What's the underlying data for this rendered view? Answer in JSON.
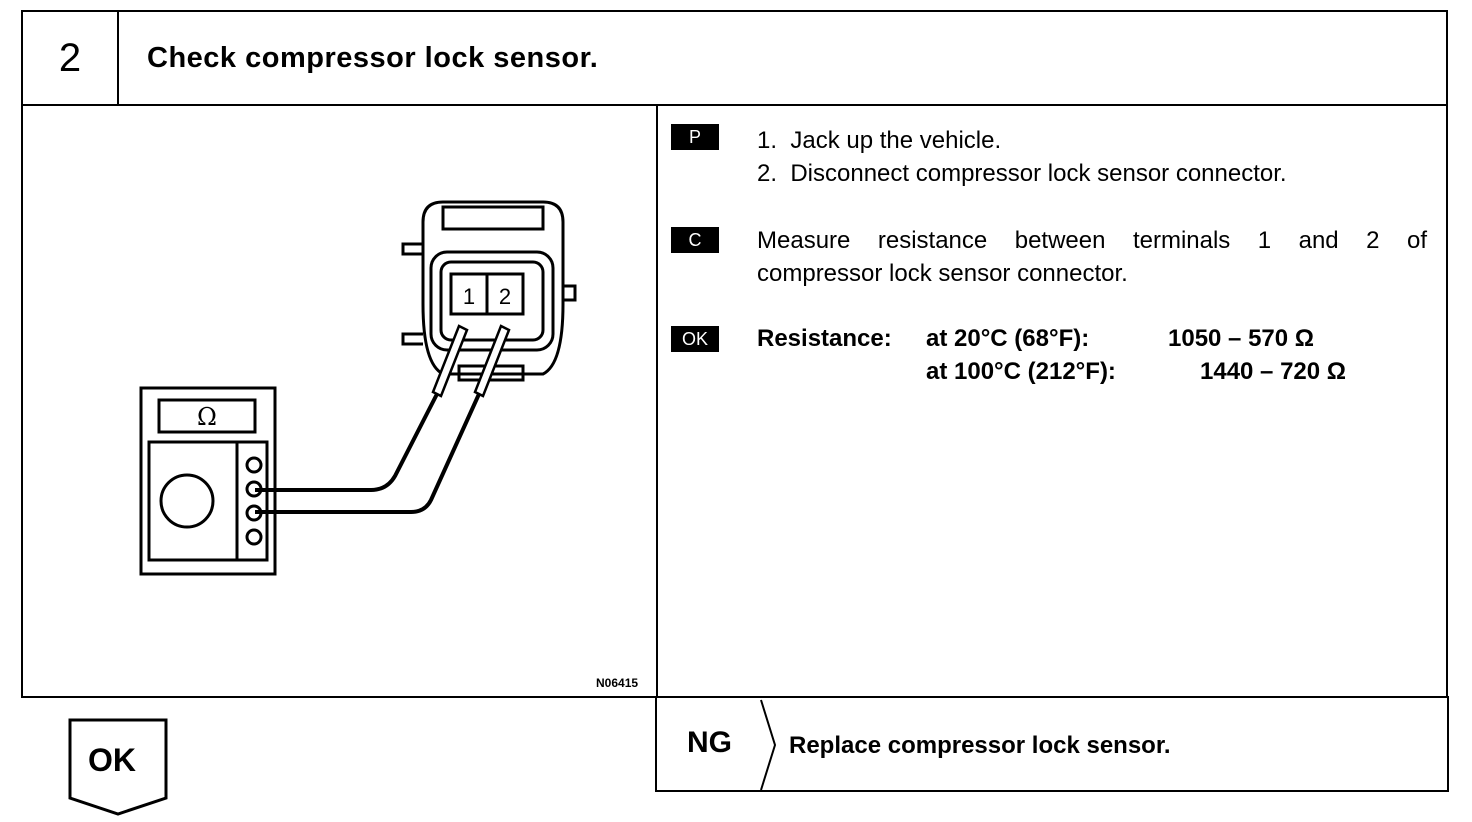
{
  "step": {
    "number": "2",
    "title": "Check compressor lock sensor."
  },
  "figure": {
    "id": "N06415",
    "meter_symbol": "Ω",
    "terminal_1": "1",
    "terminal_2": "2"
  },
  "prep": {
    "badge": "P",
    "items": [
      "1.  Jack up the vehicle.",
      "2.  Disconnect compressor lock sensor connector."
    ]
  },
  "check": {
    "badge": "C",
    "line1": "Measure resistance between terminals 1 and 2 of",
    "line2": "compressor lock sensor connector."
  },
  "spec": {
    "badge": "OK",
    "label": "Resistance:",
    "rows": [
      {
        "condition": "at 20°C (68°F):",
        "value": "1050 – 570 Ω"
      },
      {
        "condition": "at 100°C (212°F):",
        "value": "1440 – 720 Ω"
      }
    ]
  },
  "ng": {
    "label": "NG",
    "action": "Replace compressor lock sensor."
  },
  "ok": {
    "label": "OK"
  }
}
